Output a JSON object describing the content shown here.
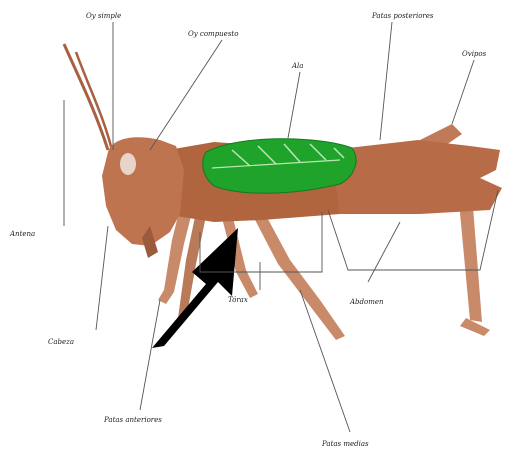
{
  "labels": {
    "simple_eye": "Oy simple",
    "compound_eye": "Oy compuesto",
    "wing": "Ala",
    "hind_wings": "Patas posteriores",
    "ovipositor": "Ovipos",
    "antenna": "Antena",
    "head": "Cabeza",
    "thorax": "Tórax",
    "abdomen": "Abdomen",
    "front_legs": "Patas anteriores",
    "middle_legs": "Patas medias"
  },
  "colors": {
    "body": "#b86b47",
    "body_dark": "#8f4d30",
    "leg": "#c98a6a",
    "wing": "#1fa32a",
    "wing_vein": "#b8e8b5",
    "arrow": "#000000",
    "leader": "#555555"
  }
}
